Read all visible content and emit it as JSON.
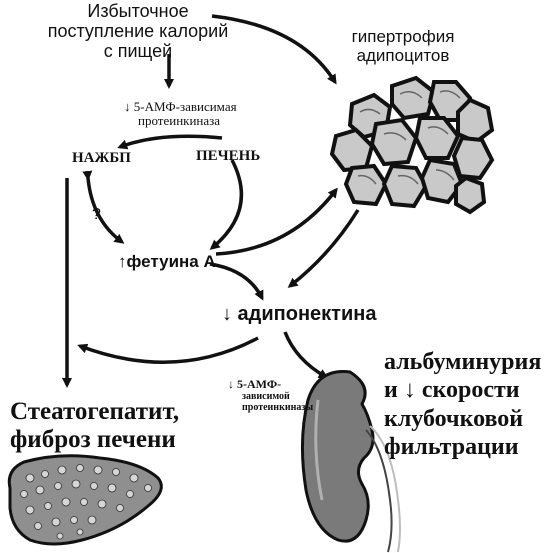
{
  "labels": {
    "excess_intake": [
      "Избыточное",
      "поступление калорий",
      "с пищей"
    ],
    "hypertrophy": [
      "гипертрофия",
      "адипоцитов"
    ],
    "ampk_top": [
      "↓ 5-АМФ-зависимая",
      "протеинкиназа"
    ],
    "nafld": "НАЖБП",
    "liver": "ПЕЧЕНЬ",
    "question": "?",
    "fetuin": "↑фетуина А",
    "adiponectin": "↓ адипонектина",
    "ampk_bottom": [
      "↓ 5-АМФ-",
      "зависимой",
      "протеинкиназы"
    ],
    "albuminuria": [
      "альбуминурия",
      "и ↓ скорости",
      "клубочковой",
      "фильтрации"
    ],
    "steatohepatitis": [
      "Стеатогепатит,",
      "фиброз печени"
    ]
  },
  "colors": {
    "ink": "#111111",
    "cell_fill": "#c9c9c9",
    "liver_fill": "#8f8f8f",
    "kidney_fill": "#7a7a7a"
  }
}
